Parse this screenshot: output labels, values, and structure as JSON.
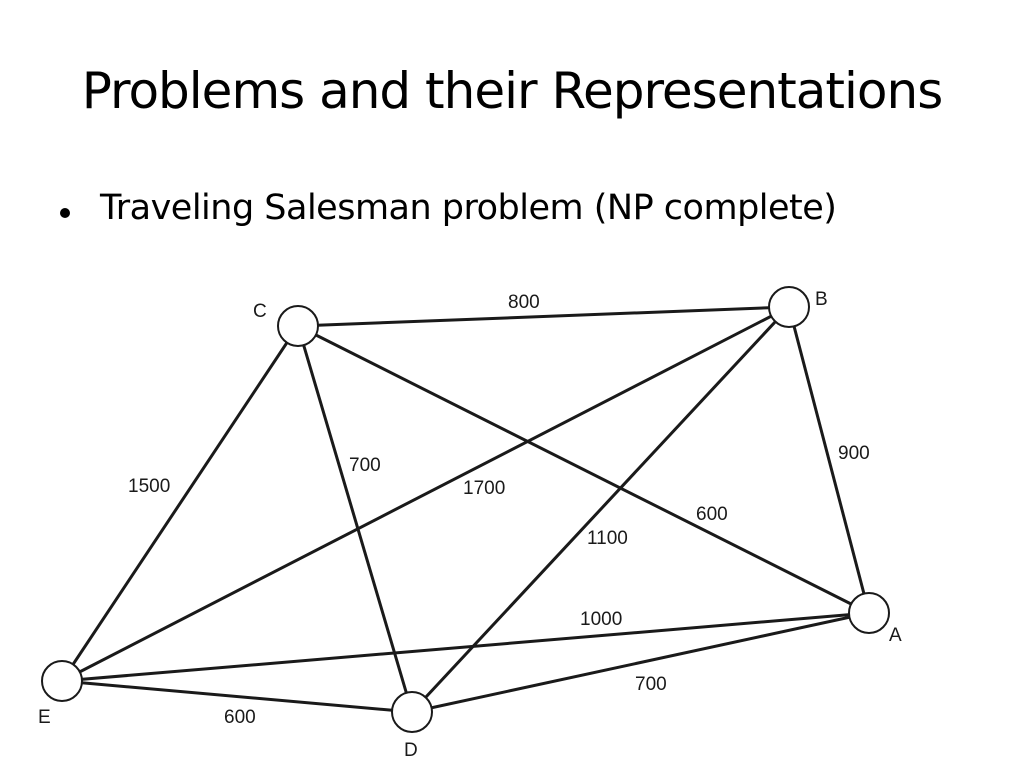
{
  "title": "Problems and their Representations",
  "bullets": [
    "Traveling Salesman problem (NP complete)"
  ],
  "graph": {
    "nodes": [
      "A",
      "B",
      "C",
      "D",
      "E"
    ],
    "edges": [
      {
        "from": "C",
        "to": "B",
        "weight": "800"
      },
      {
        "from": "B",
        "to": "A",
        "weight": "900"
      },
      {
        "from": "C",
        "to": "A",
        "weight": "600"
      },
      {
        "from": "C",
        "to": "D",
        "weight": "700"
      },
      {
        "from": "C",
        "to": "E",
        "weight": "1500"
      },
      {
        "from": "B",
        "to": "E",
        "weight": "1700"
      },
      {
        "from": "B",
        "to": "D",
        "weight": "1100"
      },
      {
        "from": "E",
        "to": "A",
        "weight": "1000"
      },
      {
        "from": "D",
        "to": "A",
        "weight": "700"
      },
      {
        "from": "E",
        "to": "D",
        "weight": "600"
      }
    ]
  }
}
